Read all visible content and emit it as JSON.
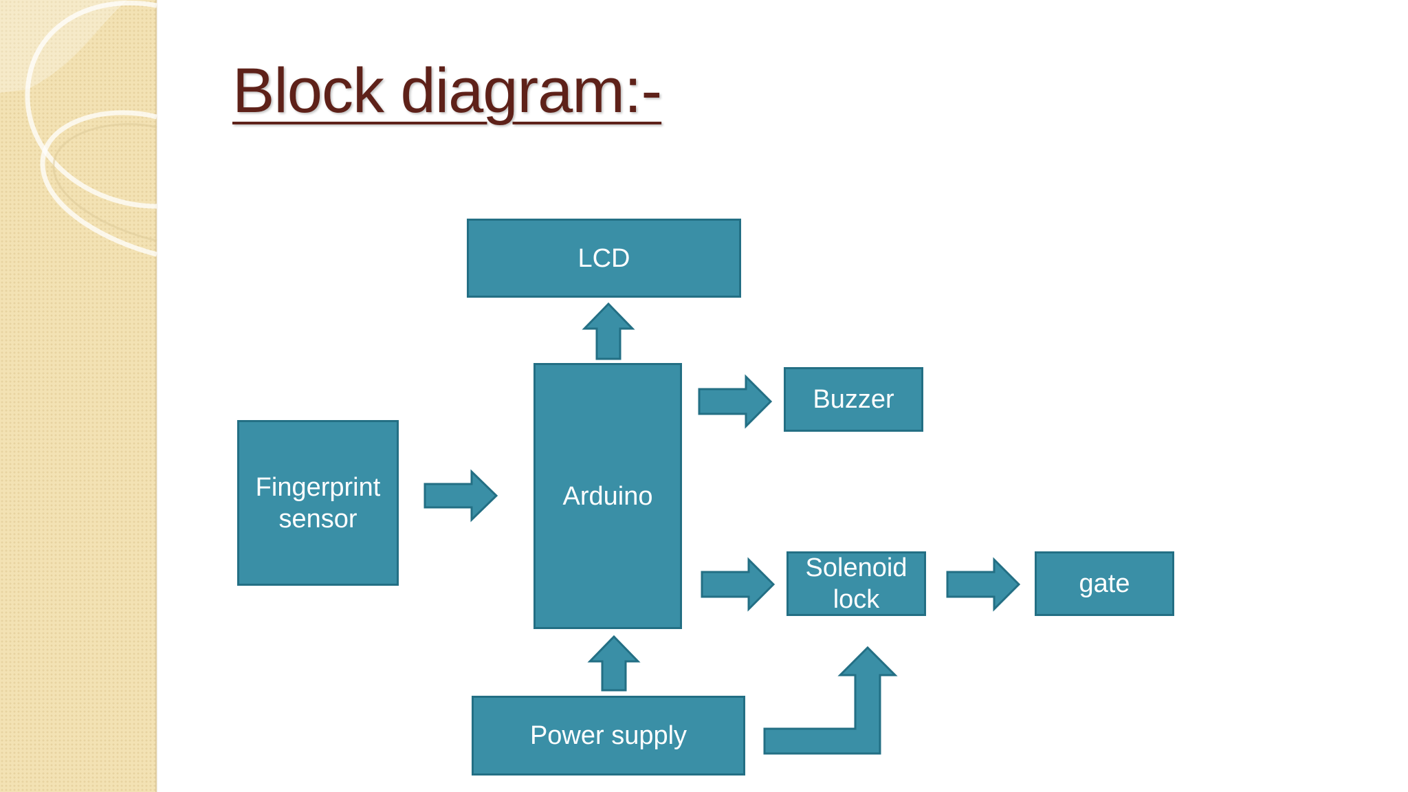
{
  "title": "Block diagram:-",
  "colors": {
    "block_fill": "#3a8fa6",
    "block_border": "#236f84",
    "title_text": "#5e2119",
    "side_panel": "#f3e2b4"
  },
  "blocks": {
    "lcd": {
      "label": "LCD"
    },
    "arduino": {
      "label": "Arduino"
    },
    "fingerprint": {
      "line1": "Fingerprint",
      "line2": "sensor"
    },
    "buzzer": {
      "label": "Buzzer"
    },
    "solenoid": {
      "line1": "Solenoid",
      "line2": "lock"
    },
    "gate": {
      "label": "gate"
    },
    "power": {
      "label": "Power supply"
    }
  },
  "connections": [
    {
      "from": "fingerprint",
      "to": "arduino"
    },
    {
      "from": "arduino",
      "to": "lcd"
    },
    {
      "from": "arduino",
      "to": "buzzer"
    },
    {
      "from": "arduino",
      "to": "solenoid"
    },
    {
      "from": "solenoid",
      "to": "gate"
    },
    {
      "from": "power",
      "to": "arduino"
    },
    {
      "from": "power",
      "to": "solenoid"
    }
  ]
}
